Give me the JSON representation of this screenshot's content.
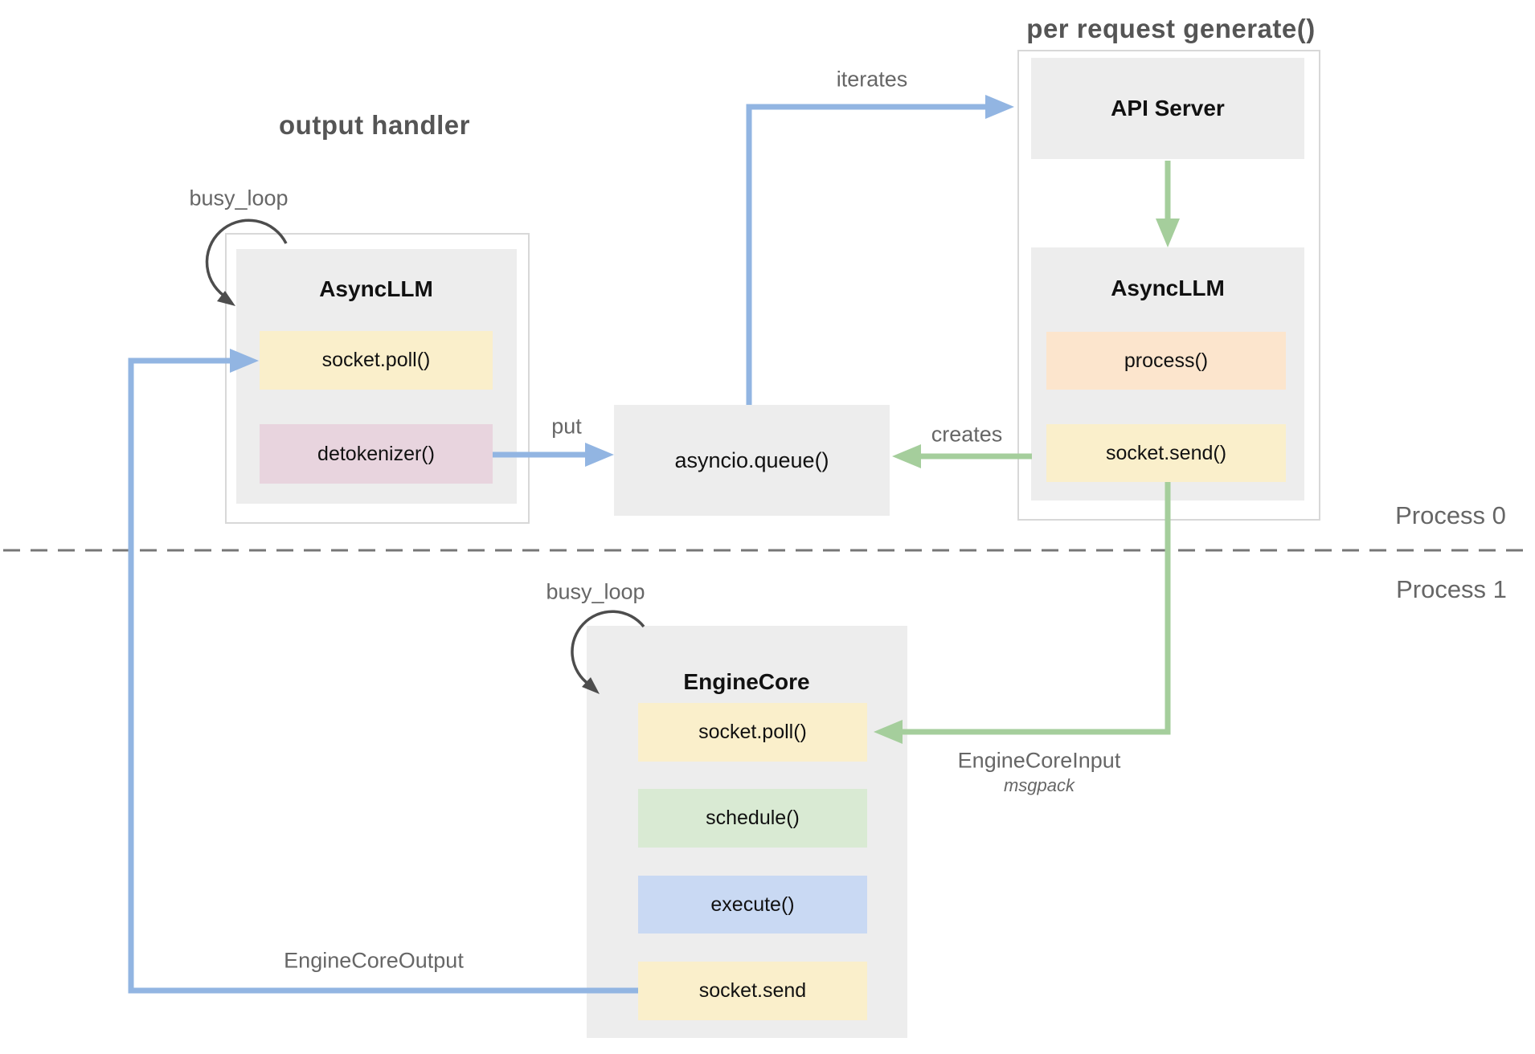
{
  "colors": {
    "box_gray": "#EDEDED",
    "container_border": "#D8D8D8",
    "yellow": "#FAEFCB",
    "pink": "#E8D4DE",
    "peach": "#FCE5CD",
    "green": "#D9EAD3",
    "blue": "#C9D9F3",
    "arrow_blue": "#92B5E2",
    "arrow_green": "#A5CE9C",
    "loop_arrow": "#4D4D4D",
    "divider": "#777777",
    "title_text": "#555555",
    "label_text": "#666666",
    "black_text": "#111111"
  },
  "left_group": {
    "section_title": "output handler",
    "busy_loop_label": "busy_loop",
    "block_title": "AsyncLLM",
    "methods": {
      "poll": "socket.poll()",
      "detokenizer": "detokenizer()"
    }
  },
  "queue": {
    "label": "asyncio.queue()"
  },
  "right_group": {
    "section_title": "per request generate()",
    "api_server_title": "API Server",
    "block_title": "AsyncLLM",
    "methods": {
      "process": "process()",
      "send": "socket.send()"
    }
  },
  "engine_core": {
    "busy_loop_label": "busy_loop",
    "block_title": "EngineCore",
    "methods": {
      "poll": "socket.poll()",
      "schedule": "schedule()",
      "execute": "execute()",
      "send": "socket.send"
    }
  },
  "edges": {
    "iterates": "iterates",
    "put": "put",
    "creates": "creates",
    "engine_core_input": "EngineCoreInput",
    "engine_core_input_format": "msgpack",
    "engine_core_output": "EngineCoreOutput"
  },
  "process_boundary": {
    "top_label": "Process 0",
    "bottom_label": "Process 1"
  }
}
